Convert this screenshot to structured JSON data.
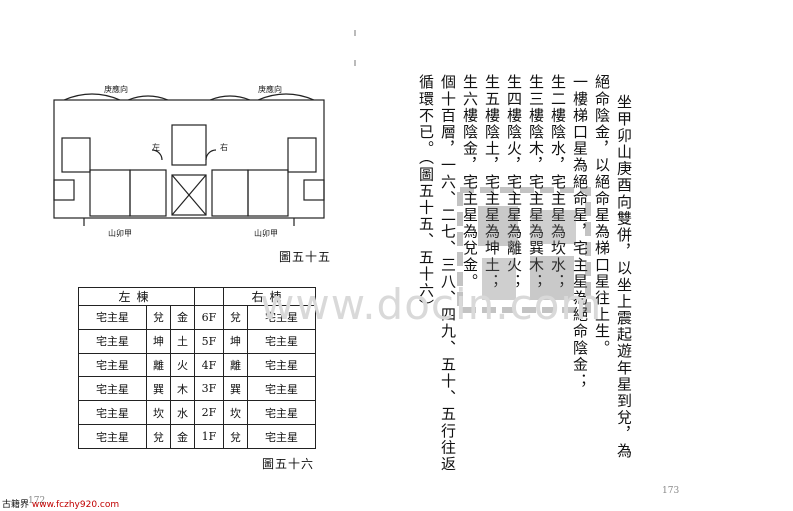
{
  "floor_plan": {
    "direction_left_top": "庚應向",
    "direction_right_top": "庚應向",
    "label_left_unit": "左",
    "label_right_unit": "右",
    "direction_left_bottom": "山卯甲",
    "direction_right_bottom": "山卯甲",
    "caption": "圖五十五"
  },
  "table": {
    "header_left": "左棟",
    "header_right": "右棟",
    "rows": [
      {
        "left_star": "宅主星",
        "left_gua": "兌",
        "left_element": "金",
        "floor": "6F",
        "right_gua": "兌",
        "right_star": "宅主星"
      },
      {
        "left_star": "宅主星",
        "left_gua": "坤",
        "left_element": "土",
        "floor": "5F",
        "right_gua": "坤",
        "right_star": "宅主星"
      },
      {
        "left_star": "宅主星",
        "left_gua": "離",
        "left_element": "火",
        "floor": "4F",
        "right_gua": "離",
        "right_star": "宅主星"
      },
      {
        "left_star": "宅主星",
        "left_gua": "巽",
        "left_element": "木",
        "floor": "3F",
        "right_gua": "巽",
        "right_star": "宅主星"
      },
      {
        "left_star": "宅主星",
        "left_gua": "坎",
        "left_element": "水",
        "floor": "2F",
        "right_gua": "坎",
        "right_star": "宅主星"
      },
      {
        "left_star": "宅主星",
        "left_gua": "兌",
        "left_element": "金",
        "floor": "1F",
        "right_gua": "兌",
        "right_star": "宅主星"
      }
    ],
    "caption": "圖五十六"
  },
  "body_columns": [
    "坐甲卯山庚酉向雙併，以坐上震起遊年星到兌，為",
    "絕命陰金，以絕命星為梯口星往上生。",
    "一樓梯口星為絕命星，宅主星為絕命陰金；",
    "生二樓陰水，宅主星為坎水；",
    "生三樓陰木，宅主星為巽木；",
    "生四樓陰火，宅主星為離火；",
    "生五樓陰土，宅主星為坤土；",
    "生六樓陰金，宅主星為兌金。",
    "個十百層，一六、二七、三八、四九、五十、五行往返",
    "循環不已。（圖五十五、五十六）"
  ],
  "watermark": "www.docin.com",
  "footer": {
    "site_label": "古籍界",
    "site_url": "www.fczhy920.com",
    "page_left": "172",
    "page_right": "173"
  }
}
